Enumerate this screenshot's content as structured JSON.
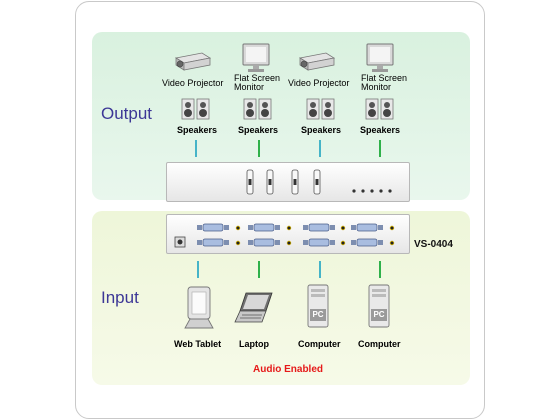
{
  "sections": {
    "output_label": "Output",
    "input_label": "Input"
  },
  "output_devices": [
    {
      "label": "Video Projector",
      "icon": "projector-icon"
    },
    {
      "label": "Flat Screen Monitor",
      "icon": "monitor-icon"
    },
    {
      "label": "Video Projector",
      "icon": "projector-icon"
    },
    {
      "label": "Flat Screen Monitor",
      "icon": "monitor-icon"
    }
  ],
  "speakers": [
    {
      "label": "Speakers",
      "icon": "speakers-icon"
    },
    {
      "label": "Speakers",
      "icon": "speakers-icon"
    },
    {
      "label": "Speakers",
      "icon": "speakers-icon"
    },
    {
      "label": "Speakers",
      "icon": "speakers-icon"
    }
  ],
  "input_devices": [
    {
      "label": "Web Tablet",
      "icon": "web-tablet-icon"
    },
    {
      "label": "Laptop",
      "icon": "laptop-icon"
    },
    {
      "label": "Computer",
      "icon": "computer-icon"
    },
    {
      "label": "Computer",
      "icon": "computer-icon"
    }
  ],
  "computer_badge": "PC",
  "model": "VS-0404",
  "footer": "Audio Enabled",
  "colors": {
    "cable_blue": "#46b4c8",
    "cable_green": "#2fb14a",
    "accent_label": "#3c3796",
    "footer_red": "#e61919",
    "output_panel": "#dff3e4",
    "input_panel": "#f1f8de"
  }
}
